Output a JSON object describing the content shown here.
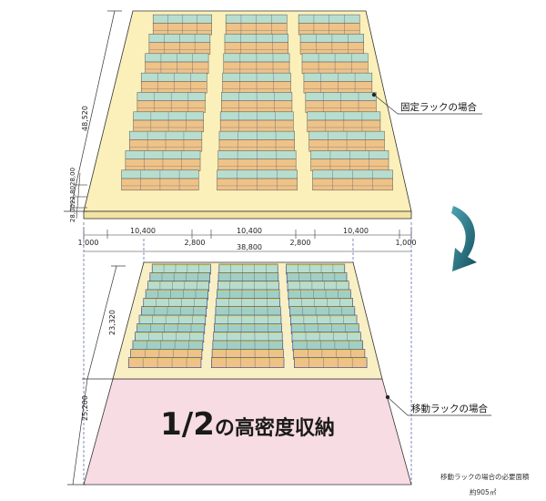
{
  "top": {
    "callout": "固定ラックの場合",
    "dim_depth": "48,520",
    "dim_aisles": "28,0022,8028,00",
    "row_widths": [
      "10,400",
      "10,400",
      "10,400"
    ],
    "gap_widths": [
      "1,000",
      "2,800",
      "2,800",
      "1,000"
    ],
    "total_width": "38,800"
  },
  "bottom": {
    "callout": "移動ラックの場合",
    "dim_rack_depth": "23,320",
    "dim_free_depth": "25,200",
    "headline_main": "1/2",
    "headline_rest": "の高密度収納",
    "note_line1": "移動ラックの場合の必要面積",
    "note_line2": "約905㎡"
  },
  "colors": {
    "floor_top": "#fbf0b9",
    "floor_bottom": "#f9efc4",
    "free_area": "#f7dce3",
    "box_orange": "#efc288",
    "box_teal": "#b7ddcf",
    "arrow": "#1b6a7a",
    "mobile_frame": "#2b3a8a"
  }
}
